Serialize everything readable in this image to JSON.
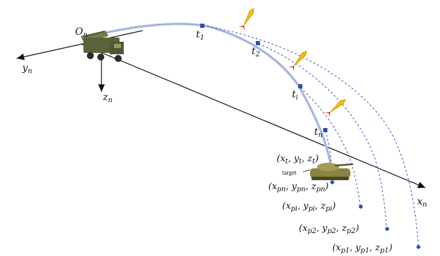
{
  "axes": {
    "origin": {
      "main": "O",
      "sub": "n"
    },
    "x": {
      "main": "x",
      "sub": "n"
    },
    "y": {
      "main": "y",
      "sub": "n"
    },
    "z": {
      "main": "z",
      "sub": "n"
    }
  },
  "times": {
    "t1": {
      "main": "t",
      "sub": "1"
    },
    "t2": {
      "main": "t",
      "sub": "2"
    },
    "ti": {
      "main": "t",
      "sub": "i"
    },
    "tn": {
      "main": "t",
      "sub": "n"
    }
  },
  "target": {
    "coord": {
      "a": "(x",
      "as": "t",
      "b": ", y",
      "bs": "t",
      "c": ", z",
      "cs": "t",
      "d": ")"
    },
    "label": "target"
  },
  "predicted": {
    "pn": {
      "a": "(x",
      "as": "pn",
      "b": ", y",
      "bs": "pn",
      "c": ", z",
      "cs": "pn",
      "d": ")"
    },
    "pi": {
      "a": "(x",
      "as": "pi",
      "b": ", y",
      "bs": "pi",
      "c": ", z",
      "cs": "pi",
      "d": ")"
    },
    "p2": {
      "a": "(x",
      "as": "p2",
      "b": ", y",
      "bs": "p2",
      "c": ", z",
      "cs": "p2",
      "d": ")"
    },
    "p1": {
      "a": "(x",
      "as": "p1",
      "b": ", y",
      "bs": "p1",
      "c": ", z",
      "cs": "p1",
      "d": ")"
    }
  },
  "colors": {
    "axis": "#111111",
    "trajectory": "#9aaad6",
    "predicted": "#3b55c8",
    "point": "#2a4fb5",
    "rocket": "#f2c300",
    "tank": "#8a8442"
  }
}
